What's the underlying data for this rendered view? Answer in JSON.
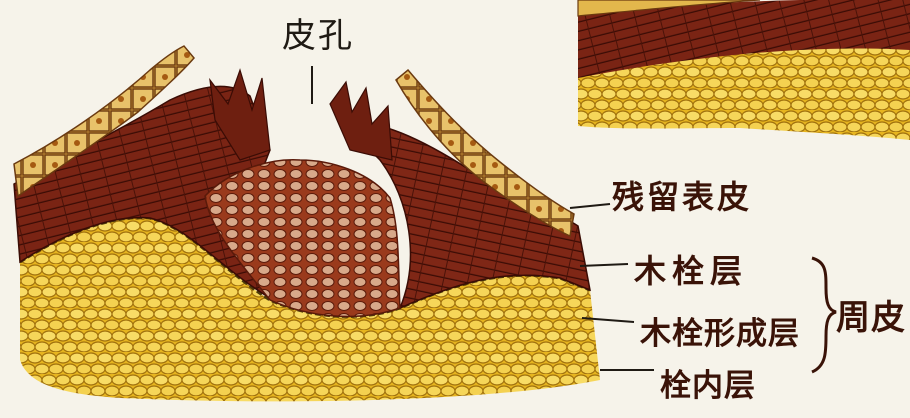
{
  "labels": {
    "lenticel": "皮孔",
    "remnant_epidermis": "残留表皮",
    "cork": "木栓层",
    "cork_cambium": "木栓形成层",
    "phelloderm": "栓内层",
    "periderm": "周皮"
  },
  "colors": {
    "cork": "#7a2414",
    "cork_line": "#3a0c05",
    "phelloderm": "#e7b51f",
    "cell_fill": "#f6d659",
    "cell_line": "#a1720e",
    "epidermis": "#c8902e",
    "label_text": "#3a1308"
  }
}
